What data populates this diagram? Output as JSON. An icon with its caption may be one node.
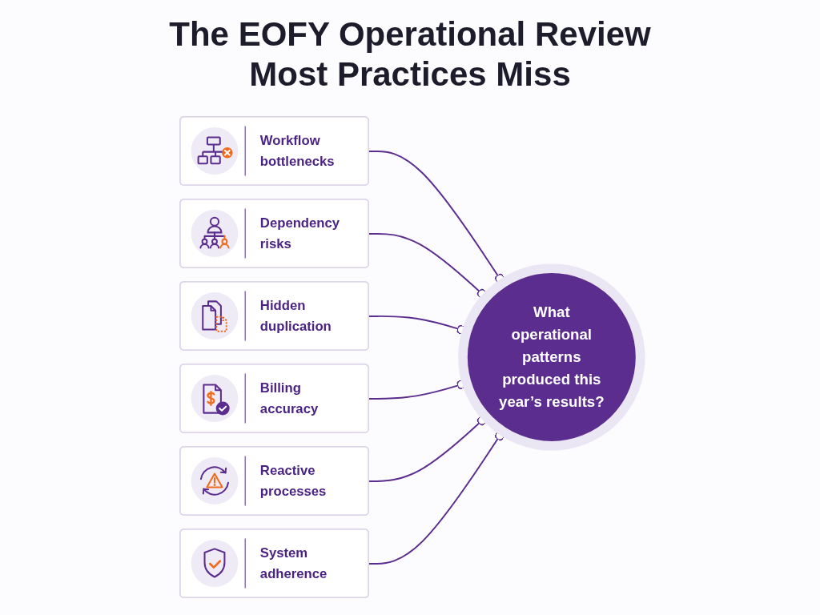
{
  "diagram": {
    "title": "The EOFY Operational Review Most Practices Miss",
    "nodes": [
      {
        "text": [
          "Workflow bottlenecks"
        ]
      },
      {
        "text": [
          "Dependency risks"
        ]
      },
      {
        "text": [
          "Hidden duplication"
        ]
      },
      {
        "text": [
          "What operational patterns produced this year’s results?"
        ]
      },
      {
        "text": [
          "Billing accuracy"
        ]
      },
      {
        "text": [
          "Reactive processes"
        ]
      },
      {
        "text": [
          "System adherence"
        ]
      }
    ],
    "edges": [
      {
        "from": 0,
        "to": 3,
        "arrow": "other"
      },
      {
        "from": 1,
        "to": 3,
        "arrow": "other"
      },
      {
        "from": 2,
        "to": 3,
        "arrow": "other"
      },
      {
        "from": 4,
        "to": 3,
        "arrow": "other"
      },
      {
        "from": 5,
        "to": 3,
        "arrow": "other"
      },
      {
        "from": 6,
        "to": 3,
        "arrow": "other"
      }
    ]
  }
}
